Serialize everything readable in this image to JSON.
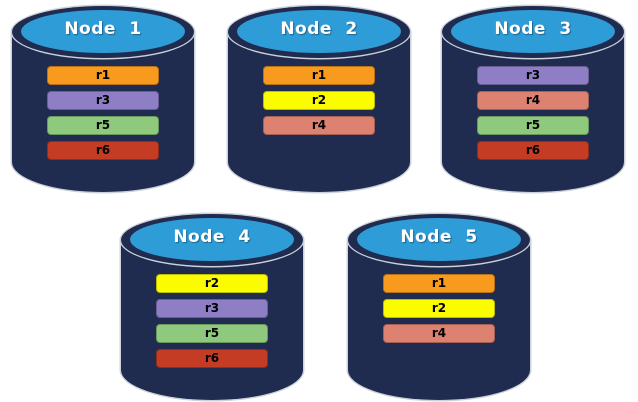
{
  "diagram": {
    "description": "Database replica placement across nodes",
    "colors": {
      "cylinder_body": "#1F2B4F",
      "cylinder_top": "#2E9CD7",
      "outline": "#CCD2DA",
      "title_text": "#FFFFFF",
      "bar_text": "#000000"
    },
    "replica_colors": {
      "r1": "#F79A1E",
      "r2": "#FCFC00",
      "r3": "#8E7EC6",
      "r4": "#DD8170",
      "r5": "#8FC97E",
      "r6": "#C43C24"
    },
    "nodes": [
      {
        "title": "Node 1",
        "replicas": [
          "r1",
          "r3",
          "r5",
          "r6"
        ]
      },
      {
        "title": "Node 2",
        "replicas": [
          "r1",
          "r2",
          "r4"
        ]
      },
      {
        "title": "Node 3",
        "replicas": [
          "r3",
          "r4",
          "r5",
          "r6"
        ]
      },
      {
        "title": "Node 4",
        "replicas": [
          "r2",
          "r3",
          "r5",
          "r6"
        ]
      },
      {
        "title": "Node 5",
        "replicas": [
          "r1",
          "r2",
          "r4"
        ]
      }
    ]
  }
}
